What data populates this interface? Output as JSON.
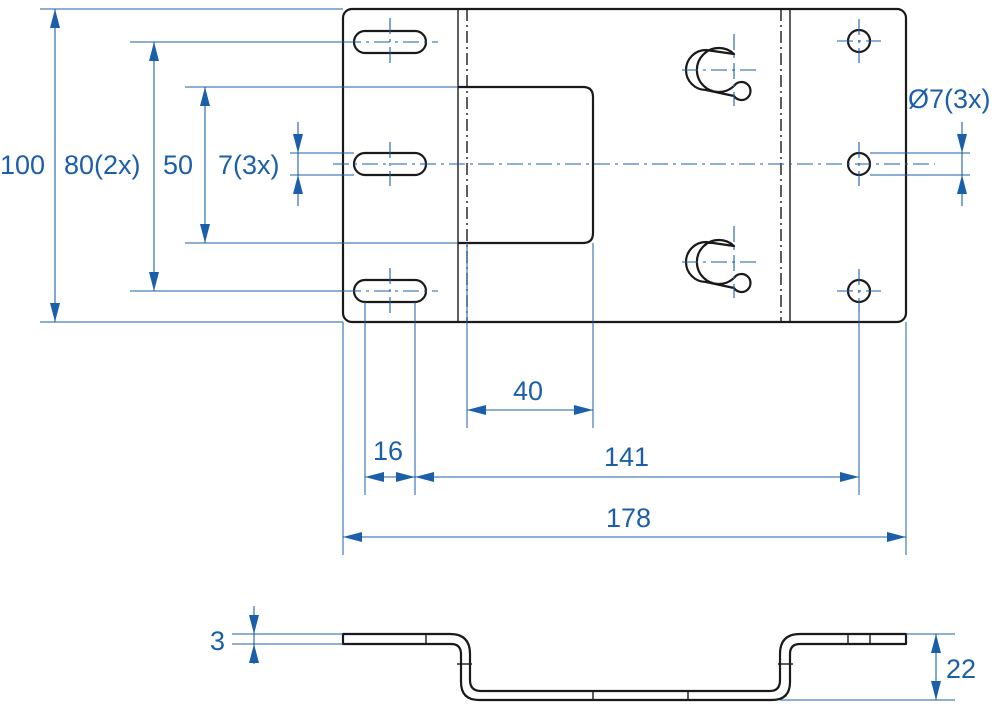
{
  "colors": {
    "outline": "#1a1a1a",
    "dimension": "#1b5faa",
    "background": "#ffffff"
  },
  "views": {
    "front": {
      "dimensions": {
        "overall_height": "100",
        "slot_pitch": "80(2x)",
        "notch_height": "50",
        "slot_width": "7(3x)",
        "hole_diameter": "Ø7(3x)",
        "notch_width": "40",
        "slot_length": "16",
        "hole_spacing": "141",
        "overall_width": "178"
      }
    },
    "side": {
      "dimensions": {
        "thickness": "3",
        "offset_depth": "22"
      }
    }
  }
}
